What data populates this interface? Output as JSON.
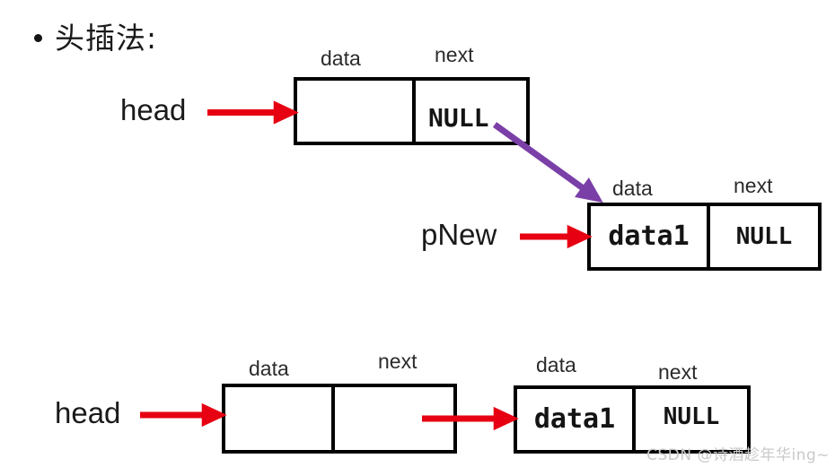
{
  "slide": {
    "heading": "头插法:",
    "bullet_glyph": "•",
    "watermark": "CSDN @诗酒趁年华ing~",
    "background_color": "#ffffff"
  },
  "colors": {
    "box_border": "#000000",
    "red_arrow": "#e60012",
    "purple_arrow": "#7b3fa8",
    "text": "#1a1a1a",
    "caption": "#2b2b2b",
    "watermark": "#c9c9c9"
  },
  "captions": {
    "data": "data",
    "next": "next"
  },
  "stage_before": {
    "pointer_head": "head",
    "pointer_pnew": "pNew",
    "head_node": {
      "data_value": "",
      "next_value": "NULL"
    },
    "new_node": {
      "data_value": "data1",
      "next_value": "NULL"
    },
    "arrows": [
      {
        "name": "head-to-node",
        "color": "#e60012",
        "kind": "straight"
      },
      {
        "name": "pnew-to-node",
        "color": "#e60012",
        "kind": "straight"
      },
      {
        "name": "headnext-to-newnode",
        "color": "#7b3fa8",
        "kind": "diagonal"
      }
    ]
  },
  "stage_after": {
    "pointer_head": "head",
    "first_node": {
      "data_value": "",
      "next_value": ""
    },
    "second_node": {
      "data_value": "data1",
      "next_value": "NULL"
    },
    "arrows": [
      {
        "name": "head-to-first-node",
        "color": "#e60012",
        "kind": "straight"
      },
      {
        "name": "first-next-to-second-node",
        "color": "#e60012",
        "kind": "straight"
      }
    ]
  }
}
